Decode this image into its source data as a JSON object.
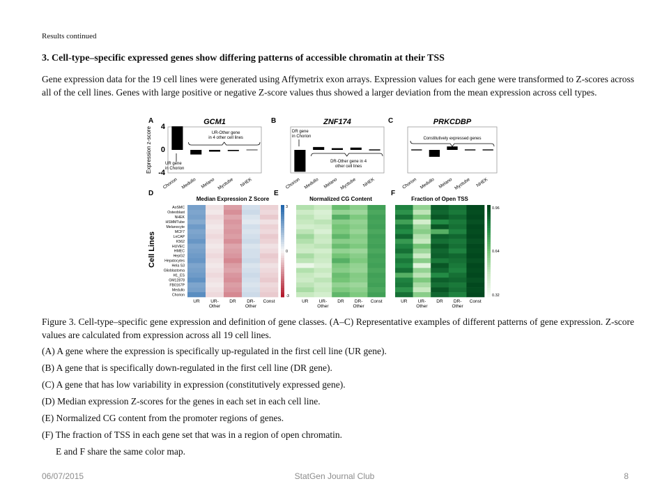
{
  "slide": {
    "kicker": "Results continued",
    "heading": "3. Cell-type–specific expressed genes show differing patterns of accessible chromatin at their TSS",
    "paragraph": "Gene expression data for the 19 cell lines were generated using Affymetrix exon arrays.  Expression values for each gene were transformed to Z-scores across all of the cell lines. Genes with large positive or negative Z-score values thus showed a larger deviation from the mean expression across cell types.",
    "caption": "Figure 3. Cell-type–specific gene expression and definition of gene classes. (A–C) Representative examples of different patterns of gene expression. Z-score values are calculated from expression across all 19 cell lines.",
    "list": [
      "(A) A gene where the expression is specifically up-regulated in the first cell line (UR gene).",
      "(B)  A gene that is specifically down-regulated in the first cell line (DR gene).",
      "(C)  A gene that has low variability in expression (constitutively expressed gene).",
      "(D)  Median expression Z-scores for the genes in each set in each cell line.",
      "(E)  Normalized CG content from the promoter regions of genes.",
      "(F)  The fraction of TSS in each gene set that was in a region of open chromatin."
    ],
    "note": "E and F share the same color map."
  },
  "footer": {
    "date": "06/07/2015",
    "title": "StatGen Journal Club",
    "page": "8"
  },
  "figure": {
    "panels": [
      {
        "letter": "A",
        "gene": "GCM1",
        "annotation": "UR-Other gene in 4 other cell lines",
        "callout": "UR gene in Chorion"
      },
      {
        "letter": "B",
        "gene": "ZNF174",
        "annotation": "DR-Other gene in 4 other cell lines",
        "callout": "DR gene in Chorion"
      },
      {
        "letter": "C",
        "gene": "PRKCDBP",
        "annotation": "Constitutively  expressed genes",
        "callout": ""
      },
      {
        "letter": "D",
        "title": "Median Expression Z Score"
      },
      {
        "letter": "E",
        "title": "Normalized CG Content"
      },
      {
        "letter": "F",
        "title": "Fraction of Open TSS"
      }
    ],
    "ylabel": "Expression z-score",
    "yticks": [
      "4",
      "0",
      "-4"
    ],
    "bar_categories": [
      "Chorion",
      "Medullo",
      "Melano",
      "Myotube",
      "NHEK"
    ],
    "heatmap_ylabel": "Cell Lines",
    "cell_lines": [
      "AoSMC",
      "Osteoblast",
      "NHEK",
      "HSMMTube",
      "Melanocyte",
      "MCF7",
      "LnCAP",
      "K562",
      "HUVEC",
      "HMEC",
      "HepG2",
      "Hepatocytes",
      "Hela S3",
      "Glioblastoma",
      "H1_ES",
      "GM12878",
      "FB0167P",
      "Medullo",
      "Chorion"
    ],
    "heatmap_columns": [
      "UR",
      "UR-",
      "DR",
      "DR-",
      "Const"
    ],
    "heatmap_columns_sub": [
      "",
      "Other",
      "",
      "Other",
      ""
    ],
    "colorbar_d": [
      "3",
      "0",
      "-3"
    ],
    "colorbar_ef": [
      "0.96",
      "0.64",
      "0.32"
    ],
    "colors": {
      "red": "#b2182b",
      "blue": "#2166ac",
      "green_dark": "#00441b",
      "green_light": "#f7fcf5"
    }
  },
  "chart_data": [
    {
      "type": "bar",
      "title": "GCM1",
      "categories": [
        "Chorion",
        "Medullo",
        "Melano",
        "Myotube",
        "NHEK"
      ],
      "values": [
        4.1,
        -0.8,
        -0.3,
        -0.2,
        -0.1
      ],
      "ylabel": "Expression z-score",
      "ylim": [
        -4,
        4
      ]
    },
    {
      "type": "bar",
      "title": "ZNF174",
      "categories": [
        "Chorion",
        "Medullo",
        "Melano",
        "Myotube",
        "NHEK"
      ],
      "values": [
        -3.8,
        0.5,
        0.3,
        0.4,
        0.1
      ],
      "ylabel": "Expression z-score",
      "ylim": [
        -4,
        4
      ]
    },
    {
      "type": "bar",
      "title": "PRKCDBP",
      "categories": [
        "Chorion",
        "Medullo",
        "Melano",
        "Myotube",
        "NHEK"
      ],
      "values": [
        0.1,
        -1.2,
        0.6,
        0.1,
        0.0
      ],
      "ylabel": "Expression z-score",
      "ylim": [
        -4,
        4
      ]
    },
    {
      "type": "heatmap",
      "title": "Median Expression Z Score",
      "rows": [
        "AoSMC",
        "Osteoblast",
        "NHEK",
        "HSMMTube",
        "Melanocyte",
        "MCF7",
        "LnCAP",
        "K562",
        "HUVEC",
        "HMEC",
        "HepG2",
        "Hepatocytes",
        "Hela S3",
        "Glioblastoma",
        "H1_ES",
        "GM12878",
        "FB0167P",
        "Medullo",
        "Chorion"
      ],
      "columns": [
        "UR",
        "UR-Other",
        "DR",
        "DR-Other",
        "Const"
      ],
      "range": [
        -3,
        3
      ],
      "values": [
        [
          1.8,
          -0.3,
          -1.2,
          0.5,
          -0.5
        ],
        [
          1.7,
          -0.2,
          -1.4,
          0.6,
          -0.4
        ],
        [
          1.8,
          -0.4,
          -1.1,
          0.4,
          -0.6
        ],
        [
          1.6,
          -0.3,
          -1.3,
          0.3,
          -0.3
        ],
        [
          1.9,
          -0.2,
          -1.2,
          0.5,
          -0.5
        ],
        [
          1.7,
          -0.3,
          -1.3,
          0.4,
          -0.4
        ],
        [
          1.8,
          -0.4,
          -1.2,
          0.5,
          -0.6
        ],
        [
          2.0,
          -0.3,
          -1.4,
          0.6,
          -0.5
        ],
        [
          1.7,
          -0.2,
          -1.1,
          0.4,
          -0.3
        ],
        [
          1.8,
          -0.3,
          -1.2,
          0.5,
          -0.4
        ],
        [
          1.9,
          -0.4,
          -1.3,
          0.5,
          -0.6
        ],
        [
          2.0,
          -0.3,
          -1.5,
          0.6,
          -0.5
        ],
        [
          1.7,
          -0.2,
          -1.2,
          0.4,
          -0.3
        ],
        [
          1.8,
          -0.3,
          -1.1,
          0.5,
          -0.4
        ],
        [
          1.9,
          -0.4,
          -1.3,
          0.6,
          -0.5
        ],
        [
          2.1,
          -0.3,
          -1.4,
          0.5,
          -0.6
        ],
        [
          1.7,
          -0.2,
          -1.2,
          0.4,
          -0.4
        ],
        [
          1.8,
          -0.3,
          -1.3,
          0.5,
          -0.5
        ],
        [
          2.2,
          -0.4,
          -1.5,
          0.6,
          -0.6
        ]
      ]
    },
    {
      "type": "heatmap",
      "title": "Normalized CG Content",
      "rows": [
        "AoSMC",
        "Osteoblast",
        "NHEK",
        "HSMMTube",
        "Melanocyte",
        "MCF7",
        "LnCAP",
        "K562",
        "HUVEC",
        "HMEC",
        "HepG2",
        "Hepatocytes",
        "Hela S3",
        "Glioblastoma",
        "H1_ES",
        "GM12878",
        "FB0167P",
        "Medullo",
        "Chorion"
      ],
      "columns": [
        "UR",
        "UR-Other",
        "DR",
        "DR-Other",
        "Const"
      ],
      "range": [
        0.32,
        0.96
      ],
      "values": [
        [
          0.52,
          0.48,
          0.66,
          0.6,
          0.74
        ],
        [
          0.46,
          0.42,
          0.58,
          0.56,
          0.72
        ],
        [
          0.5,
          0.44,
          0.7,
          0.62,
          0.74
        ],
        [
          0.48,
          0.5,
          0.6,
          0.58,
          0.73
        ],
        [
          0.44,
          0.46,
          0.64,
          0.6,
          0.74
        ],
        [
          0.5,
          0.42,
          0.62,
          0.57,
          0.72
        ],
        [
          0.56,
          0.48,
          0.68,
          0.61,
          0.74
        ],
        [
          0.52,
          0.46,
          0.6,
          0.59,
          0.73
        ],
        [
          0.48,
          0.5,
          0.66,
          0.62,
          0.74
        ],
        [
          0.46,
          0.44,
          0.58,
          0.56,
          0.72
        ],
        [
          0.54,
          0.48,
          0.64,
          0.6,
          0.74
        ],
        [
          0.5,
          0.46,
          0.7,
          0.62,
          0.73
        ],
        [
          0.36,
          0.42,
          0.62,
          0.58,
          0.74
        ],
        [
          0.52,
          0.48,
          0.6,
          0.57,
          0.72
        ],
        [
          0.48,
          0.44,
          0.66,
          0.61,
          0.74
        ],
        [
          0.46,
          0.5,
          0.64,
          0.6,
          0.73
        ],
        [
          0.5,
          0.46,
          0.58,
          0.56,
          0.74
        ],
        [
          0.54,
          0.48,
          0.62,
          0.59,
          0.72
        ],
        [
          0.48,
          0.44,
          0.68,
          0.62,
          0.74
        ]
      ]
    },
    {
      "type": "heatmap",
      "title": "Fraction of Open TSS",
      "rows": [
        "AoSMC",
        "Osteoblast",
        "NHEK",
        "HSMMTube",
        "Melanocyte",
        "MCF7",
        "LnCAP",
        "K562",
        "HUVEC",
        "HMEC",
        "HepG2",
        "Hepatocytes",
        "Hela S3",
        "Glioblastoma",
        "H1_ES",
        "GM12878",
        "FB0167P",
        "Medullo",
        "Chorion"
      ],
      "columns": [
        "UR",
        "UR-Other",
        "DR",
        "DR-Other",
        "Const"
      ],
      "range": [
        0.32,
        0.96
      ],
      "values": [
        [
          0.82,
          0.58,
          0.9,
          0.86,
          0.95
        ],
        [
          0.78,
          0.5,
          0.88,
          0.84,
          0.94
        ],
        [
          0.86,
          0.62,
          0.92,
          0.88,
          0.95
        ],
        [
          0.74,
          0.44,
          0.8,
          0.84,
          0.93
        ],
        [
          0.84,
          0.56,
          0.92,
          0.86,
          0.95
        ],
        [
          0.8,
          0.6,
          0.7,
          0.82,
          0.94
        ],
        [
          0.88,
          0.52,
          0.9,
          0.88,
          0.95
        ],
        [
          0.76,
          0.48,
          0.86,
          0.84,
          0.93
        ],
        [
          0.82,
          0.64,
          0.92,
          0.86,
          0.95
        ],
        [
          0.86,
          0.56,
          0.88,
          0.82,
          0.94
        ],
        [
          0.78,
          0.46,
          0.9,
          0.88,
          0.95
        ],
        [
          0.84,
          0.6,
          0.84,
          0.86,
          0.93
        ],
        [
          0.8,
          0.4,
          0.92,
          0.84,
          0.95
        ],
        [
          0.86,
          0.58,
          0.88,
          0.82,
          0.94
        ],
        [
          0.7,
          0.5,
          0.8,
          0.86,
          0.95
        ],
        [
          0.82,
          0.62,
          0.9,
          0.88,
          0.93
        ],
        [
          0.84,
          0.54,
          0.86,
          0.84,
          0.95
        ],
        [
          0.78,
          0.48,
          0.92,
          0.86,
          0.94
        ],
        [
          0.86,
          0.6,
          0.88,
          0.82,
          0.95
        ]
      ]
    }
  ]
}
